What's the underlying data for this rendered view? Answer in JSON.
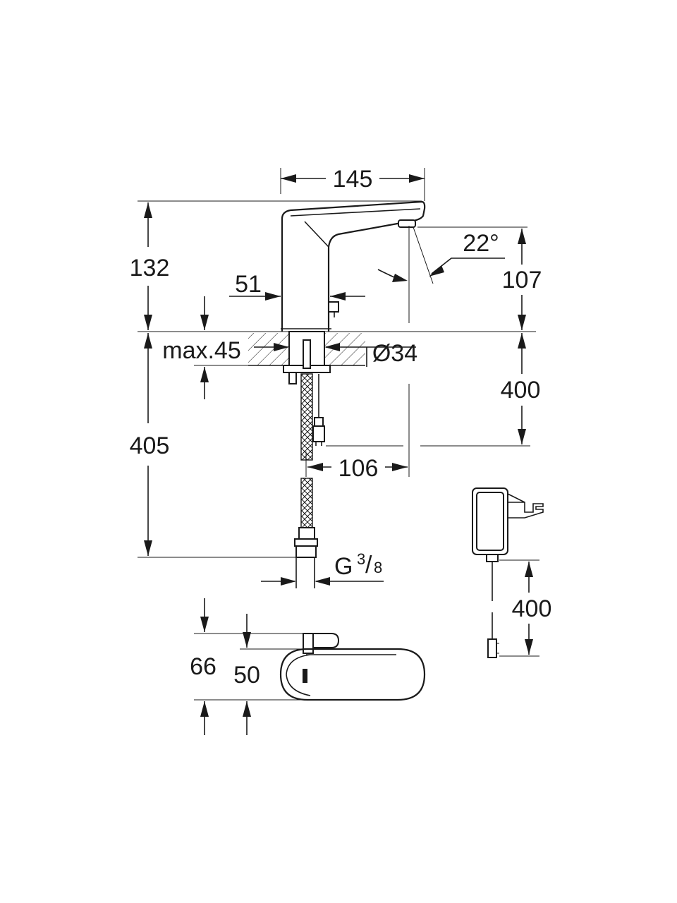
{
  "dimensions": {
    "top_width": "145",
    "total_height": "132",
    "body_width": "51",
    "spray_angle": "22°",
    "spout_height": "107",
    "deck_thickness": "max.45",
    "hole_diameter": "Ø34",
    "cable_length": "400",
    "hose_length": "405",
    "spout_reach": "106",
    "connection_thread": "G",
    "connection_fraction_num": "3",
    "connection_fraction_den": "8",
    "adapter_cable_length": "400",
    "plan_overall_height": "66",
    "plan_body_height": "50"
  },
  "colors": {
    "line": "#1a1a1a",
    "background": "#ffffff"
  }
}
